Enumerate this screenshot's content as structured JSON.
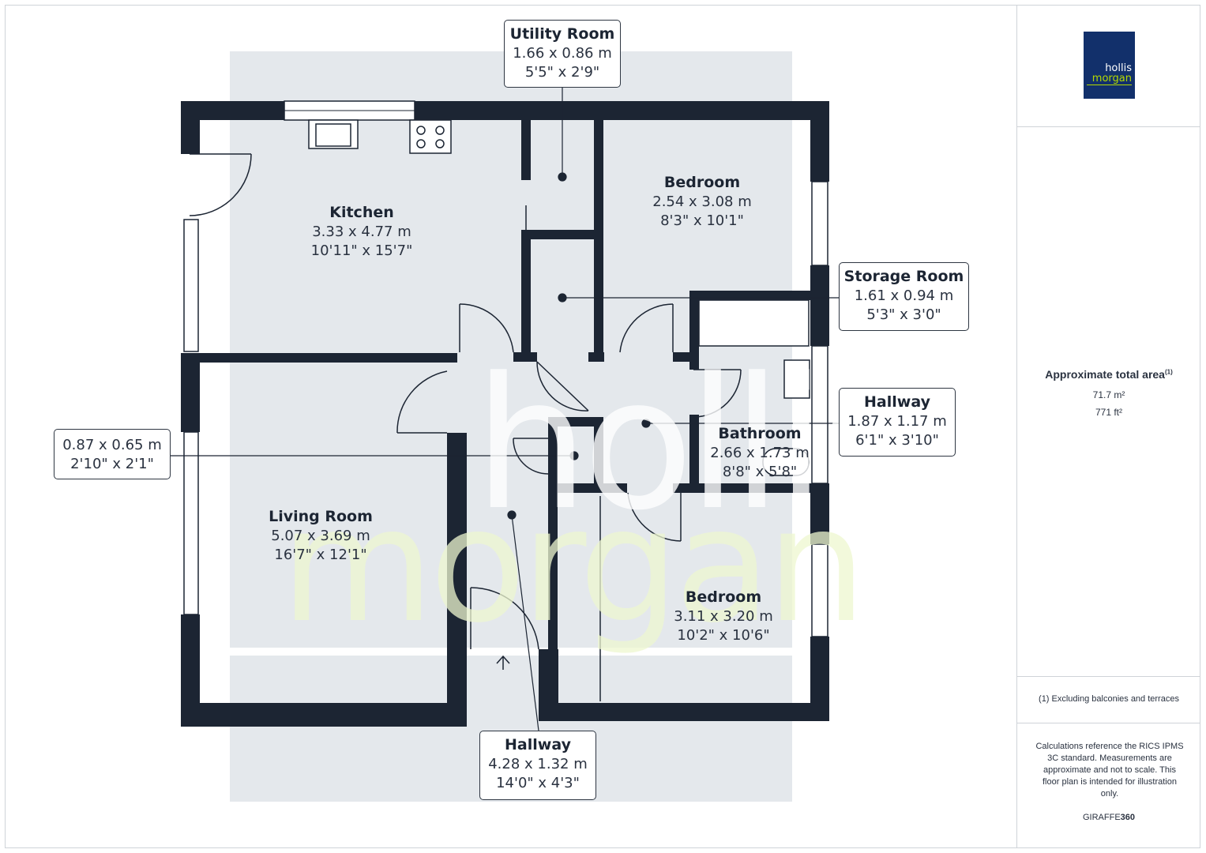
{
  "rooms": {
    "utility": {
      "name": "Utility Room",
      "metric": "1.66 x 0.86 m",
      "imperial": "5'5\" x 2'9\""
    },
    "kitchen": {
      "name": "Kitchen",
      "metric": "3.33 x 4.77 m",
      "imperial": "10'11\" x 15'7\""
    },
    "bedroom1": {
      "name": "Bedroom",
      "metric": "2.54 x 3.08 m",
      "imperial": "8'3\" x 10'1\""
    },
    "storage": {
      "name": "Storage Room",
      "metric": "1.61 x 0.94 m",
      "imperial": "5'3\" x 3'0\""
    },
    "hallway_small": {
      "name": "Hallway",
      "metric": "1.87 x 1.17 m",
      "imperial": "6'1\" x 3'10\""
    },
    "bathroom": {
      "name": "Bathroom",
      "metric": "2.66 x 1.73 m",
      "imperial": "8'8\" x 5'8\""
    },
    "cupboard": {
      "metric": "0.87 x 0.65 m",
      "imperial": "2'10\" x 2'1\""
    },
    "living": {
      "name": "Living Room",
      "metric": "5.07 x 3.69 m",
      "imperial": "16'7\" x 12'1\""
    },
    "bedroom2": {
      "name": "Bedroom",
      "metric": "3.11 x 3.20 m",
      "imperial": "10'2\" x 10'6\""
    },
    "hallway_main": {
      "name": "Hallway",
      "metric": "4.28 x 1.32 m",
      "imperial": "14'0\" x 4'3\""
    }
  },
  "logo": {
    "line1": "hollis",
    "line2": "morgan"
  },
  "watermark": {
    "line1": "hollis",
    "line2": "morgan"
  },
  "sidebar": {
    "area_title": "Approximate total area",
    "area_note_mark": "(1)",
    "area_metric": "71.7 m²",
    "area_imperial": "771 ft²",
    "footnote": "(1) Excluding balconies and terraces",
    "calc_note": "Calculations reference the RICS IPMS 3C standard. Measurements are approximate and not to scale. This floor plan is intended for illustration only.",
    "brand_a": "GIRAFFE",
    "brand_b": "360"
  },
  "colors": {
    "wall": "#1c2533",
    "floor": "#e4e8ec",
    "logo_bg": "#12306b",
    "logo_accent": "#b5d900"
  }
}
